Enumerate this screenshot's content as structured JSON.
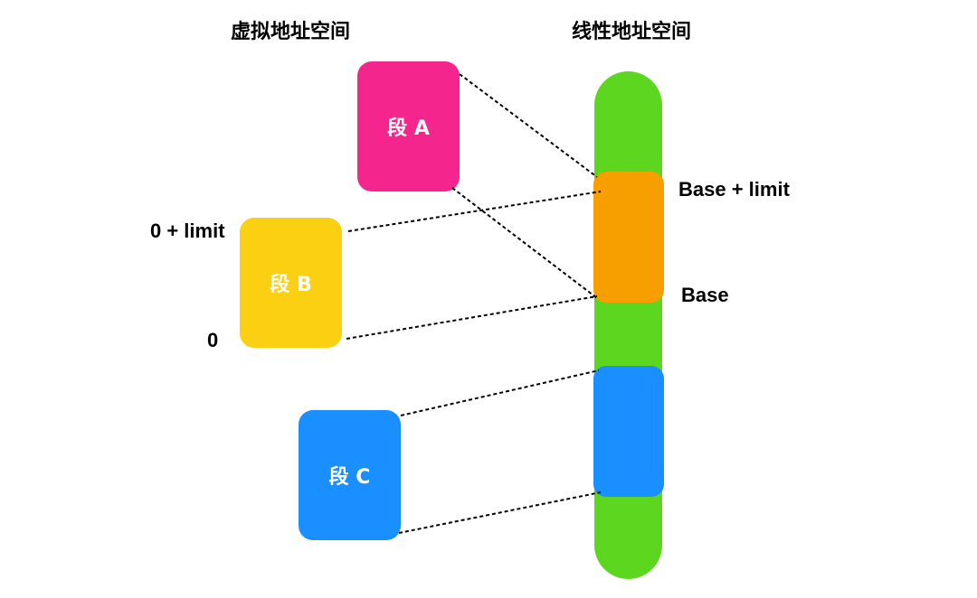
{
  "headings": {
    "virtual": "虚拟地址空间",
    "linear": "线性地址空间"
  },
  "segments": {
    "a": {
      "label": "段 A",
      "color": "#F5258E"
    },
    "b": {
      "label": "段 B",
      "color": "#FBCF12"
    },
    "c": {
      "label": "段 C",
      "color": "#1A8FFF"
    }
  },
  "linear_space": {
    "bar_color": "#5CD61E",
    "mapped_b_color": "#F79E00",
    "mapped_c_color": "#1A8FFF"
  },
  "labels": {
    "zero_plus_limit": "0 + limit",
    "zero": "0",
    "base_plus_limit": "Base + limit",
    "base": "Base"
  }
}
